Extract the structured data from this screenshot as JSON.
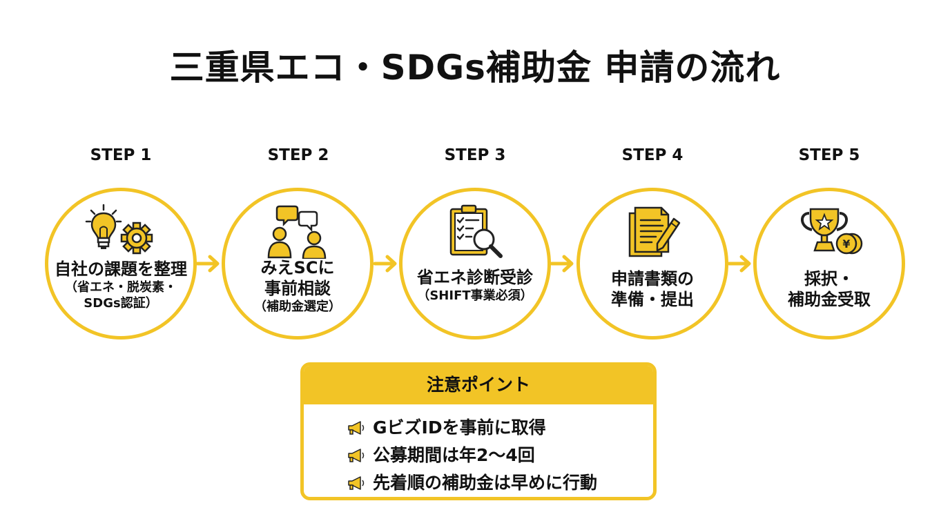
{
  "title": "三重県エコ・SDGs補助金 申請の流れ",
  "steps": [
    {
      "label": "STEP 1",
      "icon": "lightbulb-gear-icon",
      "main": "自社の課題を整理",
      "sub1": "（省エネ・脱炭素・",
      "sub2": "SDGs認証）"
    },
    {
      "label": "STEP 2",
      "icon": "consultation-icon",
      "main1": "みえSCに",
      "main2": "事前相談",
      "sub": "（補助金選定）"
    },
    {
      "label": "STEP 3",
      "icon": "clipboard-magnifier-icon",
      "main": "省エネ診断受診",
      "sub": "（SHIFT事業必須）"
    },
    {
      "label": "STEP 4",
      "icon": "document-pen-icon",
      "main1": "申請書類の",
      "main2": "準備・提出"
    },
    {
      "label": "STEP 5",
      "icon": "trophy-coins-icon",
      "main1": "採択・",
      "main2": "補助金受取"
    }
  ],
  "notice": {
    "title": "注意ポイント",
    "items": [
      "GビズIDを事前に取得",
      "公募期間は年2〜4回",
      "先着順の補助金は早めに行動"
    ]
  },
  "colors": {
    "accent": "#f2c426",
    "icon_fill": "#f2c426",
    "stroke": "#222222"
  }
}
